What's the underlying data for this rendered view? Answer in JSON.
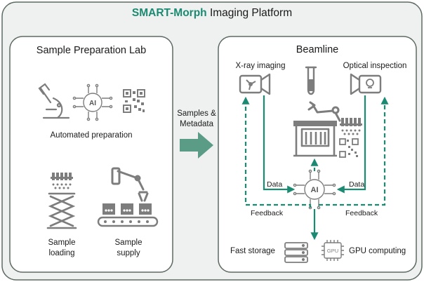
{
  "title": {
    "brand": "SMART-Morph",
    "rest": " Imaging Platform"
  },
  "colors": {
    "accent": "#1c8a72",
    "panel_bg": "#eef1ef",
    "inner_bg": "#ffffff",
    "icon_gray": "#7d7d7d"
  },
  "prep_lab": {
    "title": "Sample Preparation Lab",
    "automated_label": "Automated preparation",
    "loading_label": [
      "Sample",
      "loading"
    ],
    "supply_label": [
      "Sample",
      "supply"
    ],
    "icons": [
      "microscope-icon",
      "ai-chip-icon",
      "qr-code-icon",
      "tube-rack-icon",
      "scissor-lift-icon",
      "robot-arm-icon",
      "conveyor-icon"
    ]
  },
  "transfer": {
    "label": [
      "Samples &",
      "Metadata"
    ]
  },
  "beamline": {
    "title": "Beamline",
    "xray_label": "X-ray imaging",
    "optical_label": "Optical inspection",
    "data_left": "Data",
    "data_right": "Data",
    "feedback_left": "Feedback",
    "feedback_right": "Feedback",
    "ai_label": "AI",
    "storage_label": "Fast storage",
    "gpu_label": "GPU computing",
    "gpu_chip_text": "GPU",
    "icons": [
      "camera-fan-icon",
      "test-tube-icon",
      "camera-bulb-icon",
      "robot-arm-icon",
      "sample-stage-icon",
      "tube-rack-icon",
      "qr-code-icon",
      "ai-chip-icon",
      "server-icon",
      "gpu-chip-icon"
    ]
  }
}
